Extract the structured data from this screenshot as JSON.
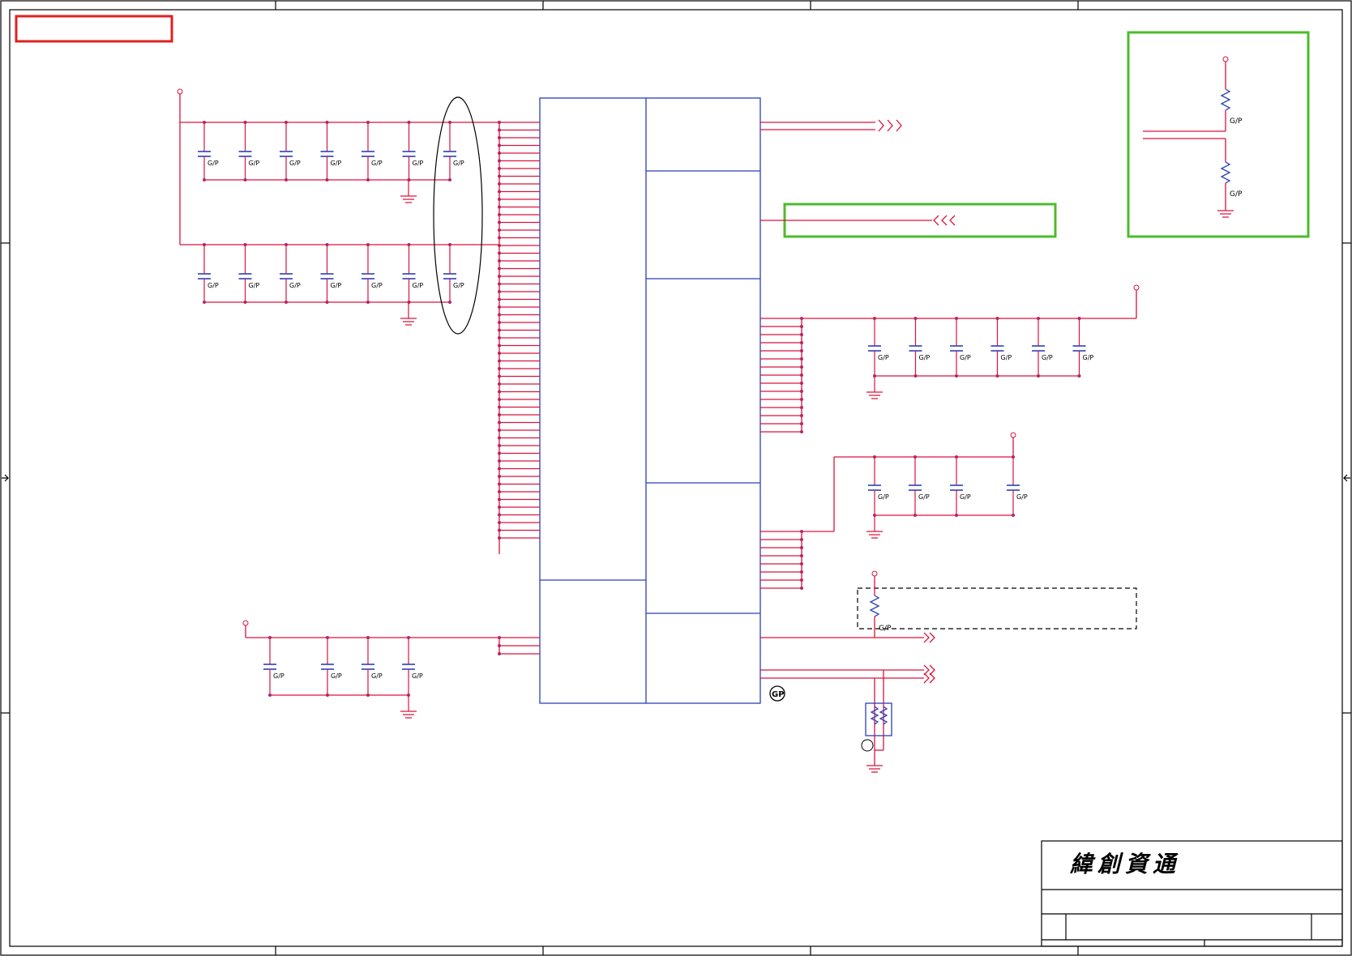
{
  "title_block": {
    "company": "緯創資通"
  },
  "marks": {
    "gp_label": "GP",
    "small_label": "G/P"
  },
  "top_cap_bank": {
    "row_count": 2,
    "caps_per_row": 7
  },
  "bottom_left_cap_bank": {
    "caps": 4
  },
  "right_cap_bank_1": {
    "caps": 6
  },
  "right_cap_bank_2": {
    "caps": 4
  },
  "ic": {
    "left_pins": 55,
    "left_pins_lower": 3
  },
  "colors": {
    "wire": "#d9143c",
    "component": "#2b3fb8",
    "highlight_red": "#e02020",
    "highlight_green": "#4cbb2c",
    "border": "#000000"
  }
}
